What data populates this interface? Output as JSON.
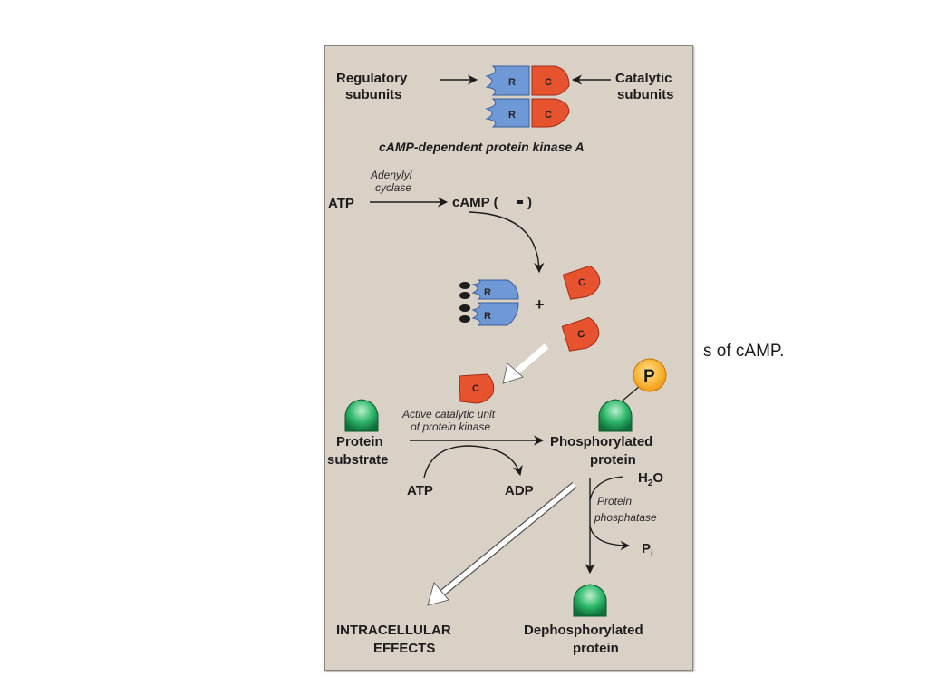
{
  "caption_fragment": "s of cAMP.",
  "diagram": {
    "labels": {
      "regulatory": [
        "Regulatory",
        "subunits"
      ],
      "catalytic": [
        "Catalytic",
        "subunits"
      ],
      "pka": "cAMP-dependent protein kinase A",
      "adenylyl": [
        "Adenylyl",
        "cyclase"
      ],
      "atp_top": "ATP",
      "camp": "cAMP (",
      "camp_close": ")",
      "active_catalytic": [
        "Active catalytic unit",
        "of protein kinase"
      ],
      "protein_substrate": [
        "Protein",
        "substrate"
      ],
      "phosphorylated": [
        "Phosphorylated",
        "protein"
      ],
      "atp_bottom": "ATP",
      "adp": "ADP",
      "h2o_h": "H",
      "h2o_sub": "2",
      "h2o_o": "O",
      "phosphatase": [
        "Protein",
        "phosphatase"
      ],
      "pi_p": "P",
      "pi_sub": "i",
      "intracellular": [
        "INTRACELLULAR",
        "EFFECTS"
      ],
      "dephosphorylated": [
        "Dephosphorylated",
        "protein"
      ]
    },
    "symbols": {
      "regulatory_letter": "R",
      "catalytic_letter": "C",
      "phosphate_letter": "P",
      "plus": "+"
    },
    "colors": {
      "panel_bg": "#d9d0c6",
      "regulatory_blue": "#6f98d6",
      "catalytic_red": "#e8532f",
      "protein_green": "#1fa15a",
      "phosphate_orange": "#f5a21b"
    }
  }
}
